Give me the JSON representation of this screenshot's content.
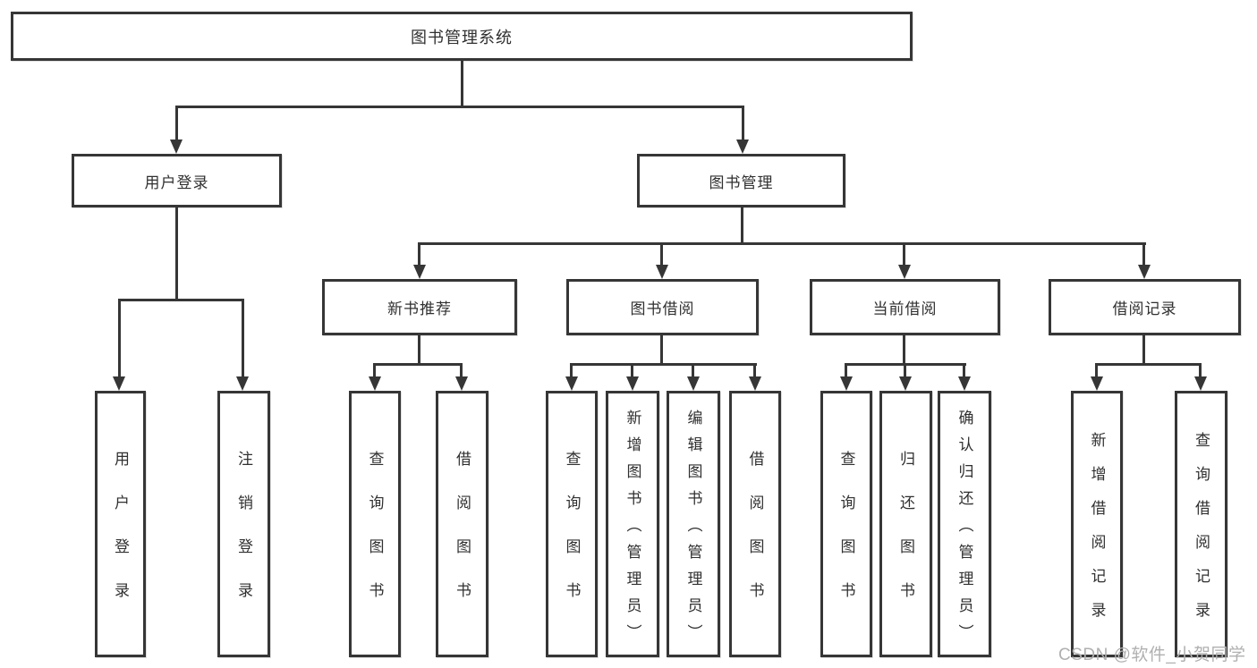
{
  "diagram": {
    "root_label": "图书管理系统",
    "user_login": {
      "label": "用户登录",
      "children": [
        "用户登录",
        "注销登录"
      ]
    },
    "book_mgmt": {
      "label": "图书管理",
      "sections": {
        "new_book": {
          "label": "新书推荐",
          "children": [
            "查询图书",
            "借阅图书"
          ]
        },
        "borrow": {
          "label": "图书借阅",
          "children": [
            "查询图书",
            "新增图书（管理员）",
            "编辑图书（管理员）",
            "借阅图书"
          ]
        },
        "current": {
          "label": "当前借阅",
          "children": [
            "查询图书",
            "归还图书",
            "确认归还（管理员）"
          ]
        },
        "record": {
          "label": "借阅记录",
          "children": [
            "新增借阅记录",
            "查询借阅记录"
          ]
        }
      }
    }
  },
  "watermark": "CSDN @软件_小贺同学",
  "colors": {
    "line": "#363636",
    "box_border": "#363636",
    "text": "#303030",
    "watermark_text": "#b0b0b0",
    "background": "#ffffff"
  }
}
